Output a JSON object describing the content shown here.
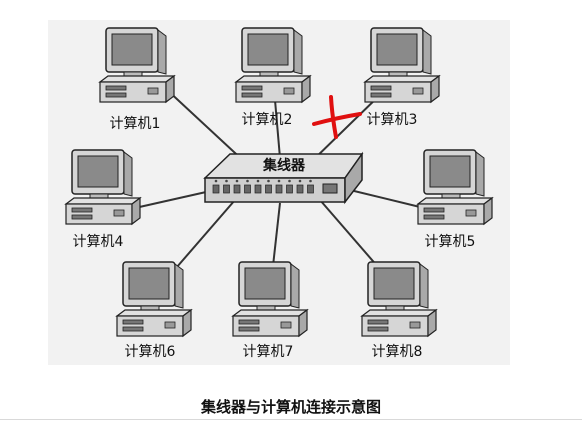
{
  "hub": {
    "label": "集线器"
  },
  "computers": [
    {
      "id": "pc1",
      "label": "计算机1"
    },
    {
      "id": "pc2",
      "label": "计算机2"
    },
    {
      "id": "pc3",
      "label": "计算机3"
    },
    {
      "id": "pc4",
      "label": "计算机4"
    },
    {
      "id": "pc5",
      "label": "计算机5"
    },
    {
      "id": "pc6",
      "label": "计算机6"
    },
    {
      "id": "pc7",
      "label": "计算机7"
    },
    {
      "id": "pc8",
      "label": "计算机8"
    }
  ],
  "caption": "集线器与计算机连接示意图",
  "annotation": {
    "kind": "red-cross-mark",
    "color": "#e01010",
    "on_link": "pc3"
  },
  "colors": {
    "background": "#f2f2f2",
    "cable": "#333333",
    "pc_body": "#d6d6d6",
    "screen": "#8a8a8a",
    "hub_body": "#cfcfcf"
  }
}
